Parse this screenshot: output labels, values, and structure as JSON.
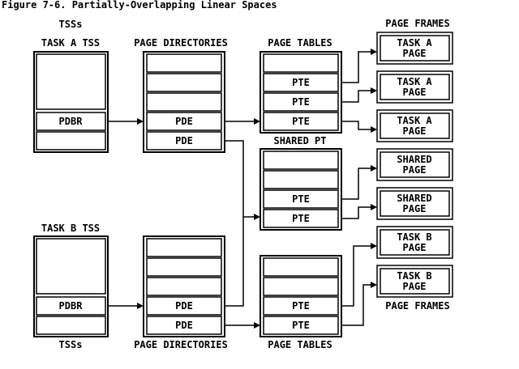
{
  "figure_title": "Figure 7-6. Partially-Overlapping Linear Spaces",
  "headers": {
    "tss_top": "TSSs",
    "task_a_tss": "TASK A TSS",
    "page_directories_top": "PAGE DIRECTORIES",
    "page_tables_top": "PAGE TABLES",
    "page_frames_top": "PAGE FRAMES",
    "shared_pt": "SHARED PT",
    "task_b_tss": "TASK B TSS",
    "page_frames_bottom": "PAGE FRAMES",
    "tss_bottom": "TSSs",
    "page_directories_bottom": "PAGE DIRECTORIES",
    "page_tables_bottom": "PAGE TABLES"
  },
  "entries": {
    "pdbr": "PDBR",
    "pde": "PDE",
    "pte": "PTE"
  },
  "frames": [
    {
      "line1": "TASK A",
      "line2": "PAGE"
    },
    {
      "line1": "TASK A",
      "line2": "PAGE"
    },
    {
      "line1": "TASK A",
      "line2": "PAGE"
    },
    {
      "line1": "SHARED",
      "line2": "PAGE"
    },
    {
      "line1": "SHARED",
      "line2": "PAGE"
    },
    {
      "line1": "TASK B",
      "line2": "PAGE"
    },
    {
      "line1": "TASK B",
      "line2": "PAGE"
    }
  ]
}
